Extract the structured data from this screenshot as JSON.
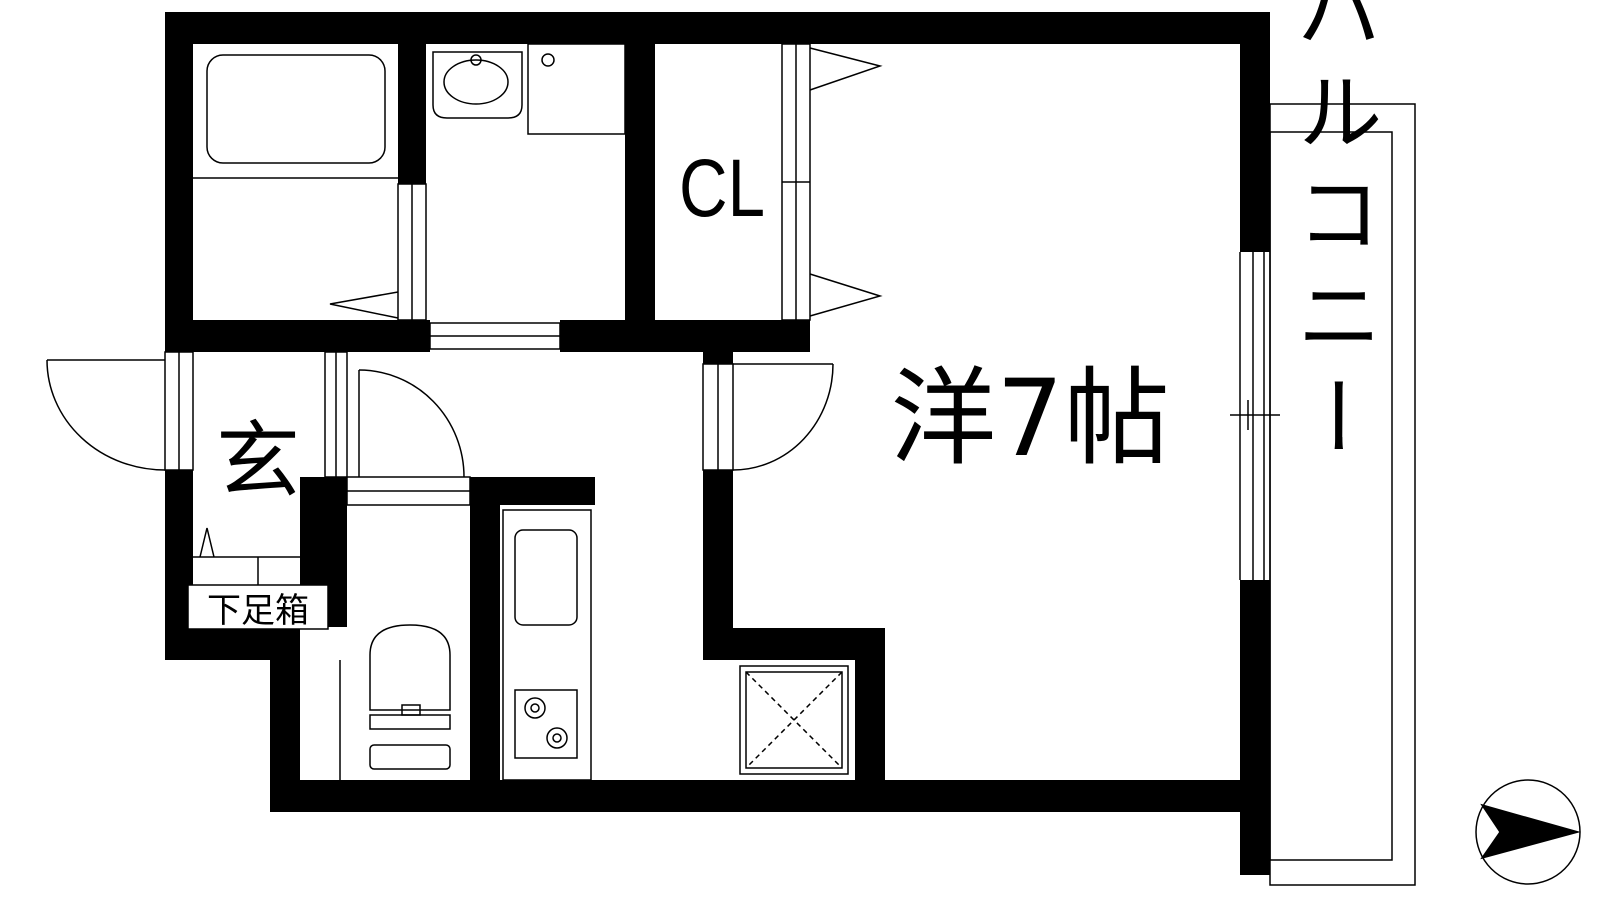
{
  "floorplan": {
    "rooms": {
      "western_room": "洋7帖",
      "closet": "CL",
      "entrance": "玄",
      "shoe_cabinet": "下足箱",
      "balcony": "バルコニー"
    },
    "fixtures": [
      "bathtub-icon",
      "washbasin-icon",
      "toilet-icon",
      "sink-icon",
      "stove-icon",
      "washer-pan-icon",
      "compass-icon"
    ],
    "colors": {
      "wall": "#000000",
      "background": "#ffffff"
    }
  }
}
